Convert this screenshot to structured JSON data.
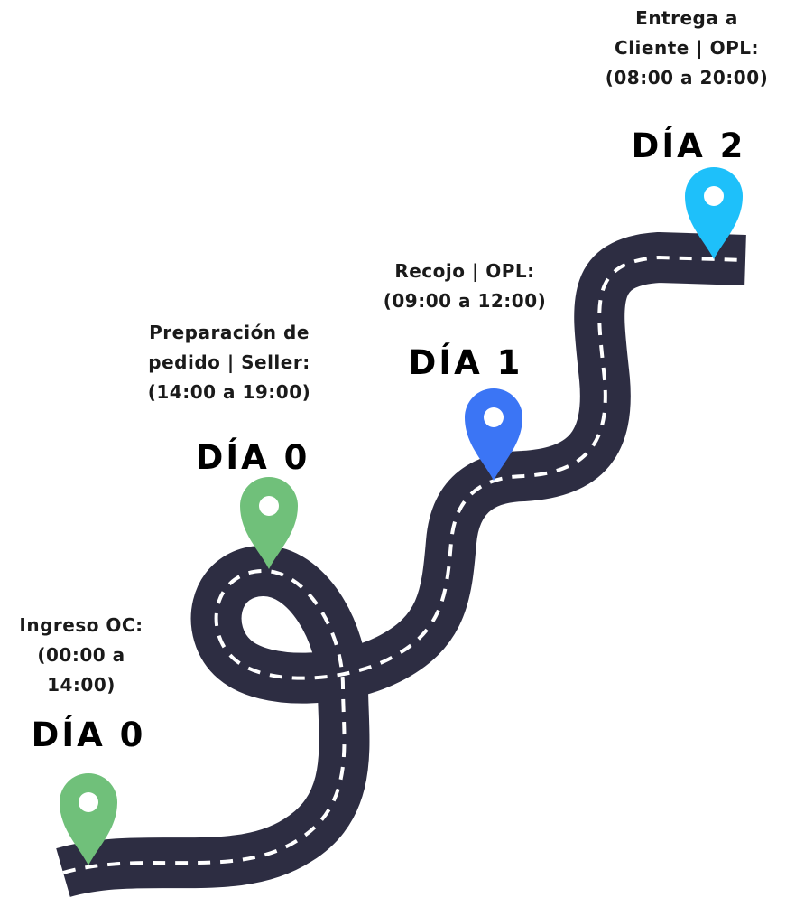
{
  "colors": {
    "road": "#2d2d42",
    "road_dash": "#ffffff",
    "pin_green": "#70c07a",
    "pin_blue": "#3b75f5",
    "pin_cyan": "#1ec0fa",
    "pin_hole": "#ffffff"
  },
  "milestones": [
    {
      "day": "DÍA 0",
      "pin_color": "#70c07a",
      "lines": [
        "Ingreso OC:",
        "(00:00 a",
        "14:00)"
      ]
    },
    {
      "day": "DÍA 0",
      "pin_color": "#70c07a",
      "lines": [
        "Preparación de",
        "pedido | Seller:",
        "(14:00 a 19:00)"
      ]
    },
    {
      "day": "DÍA 1",
      "pin_color": "#3b75f5",
      "lines": [
        "Recojo | OPL:",
        "(09:00 a 12:00)"
      ]
    },
    {
      "day": "DÍA 2",
      "pin_color": "#1ec0fa",
      "lines": [
        "Entrega a",
        "Cliente | OPL:",
        "(08:00 a 20:00)"
      ]
    }
  ]
}
